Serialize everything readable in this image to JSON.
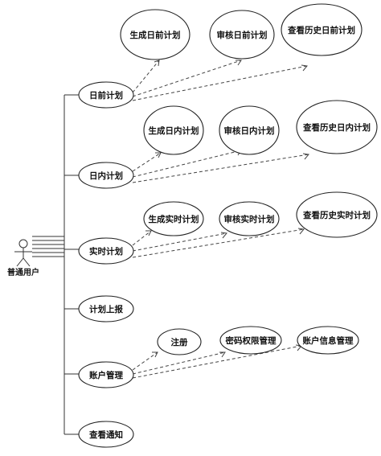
{
  "actor": {
    "label": "普通用户"
  },
  "use_cases": {
    "day_ahead": "日前计划",
    "gen_day_ahead": "生成日前计划",
    "rev_day_ahead": "审核日前计划",
    "hist_day_ahead": "查看历史日前计划",
    "intraday": "日内计划",
    "gen_intraday": "生成日内计划",
    "rev_intraday": "审核日内计划",
    "hist_intraday": "查看历史日内计划",
    "realtime": "实时计划",
    "gen_realtime": "生成实时计划",
    "rev_realtime": "审核实时计划",
    "hist_realtime": "查看历史实时计划",
    "report": "计划上报",
    "account": "账户管理",
    "register": "注册",
    "password": "密码权限管理",
    "account_info": "账户信息管理",
    "notice": "查看通知"
  }
}
